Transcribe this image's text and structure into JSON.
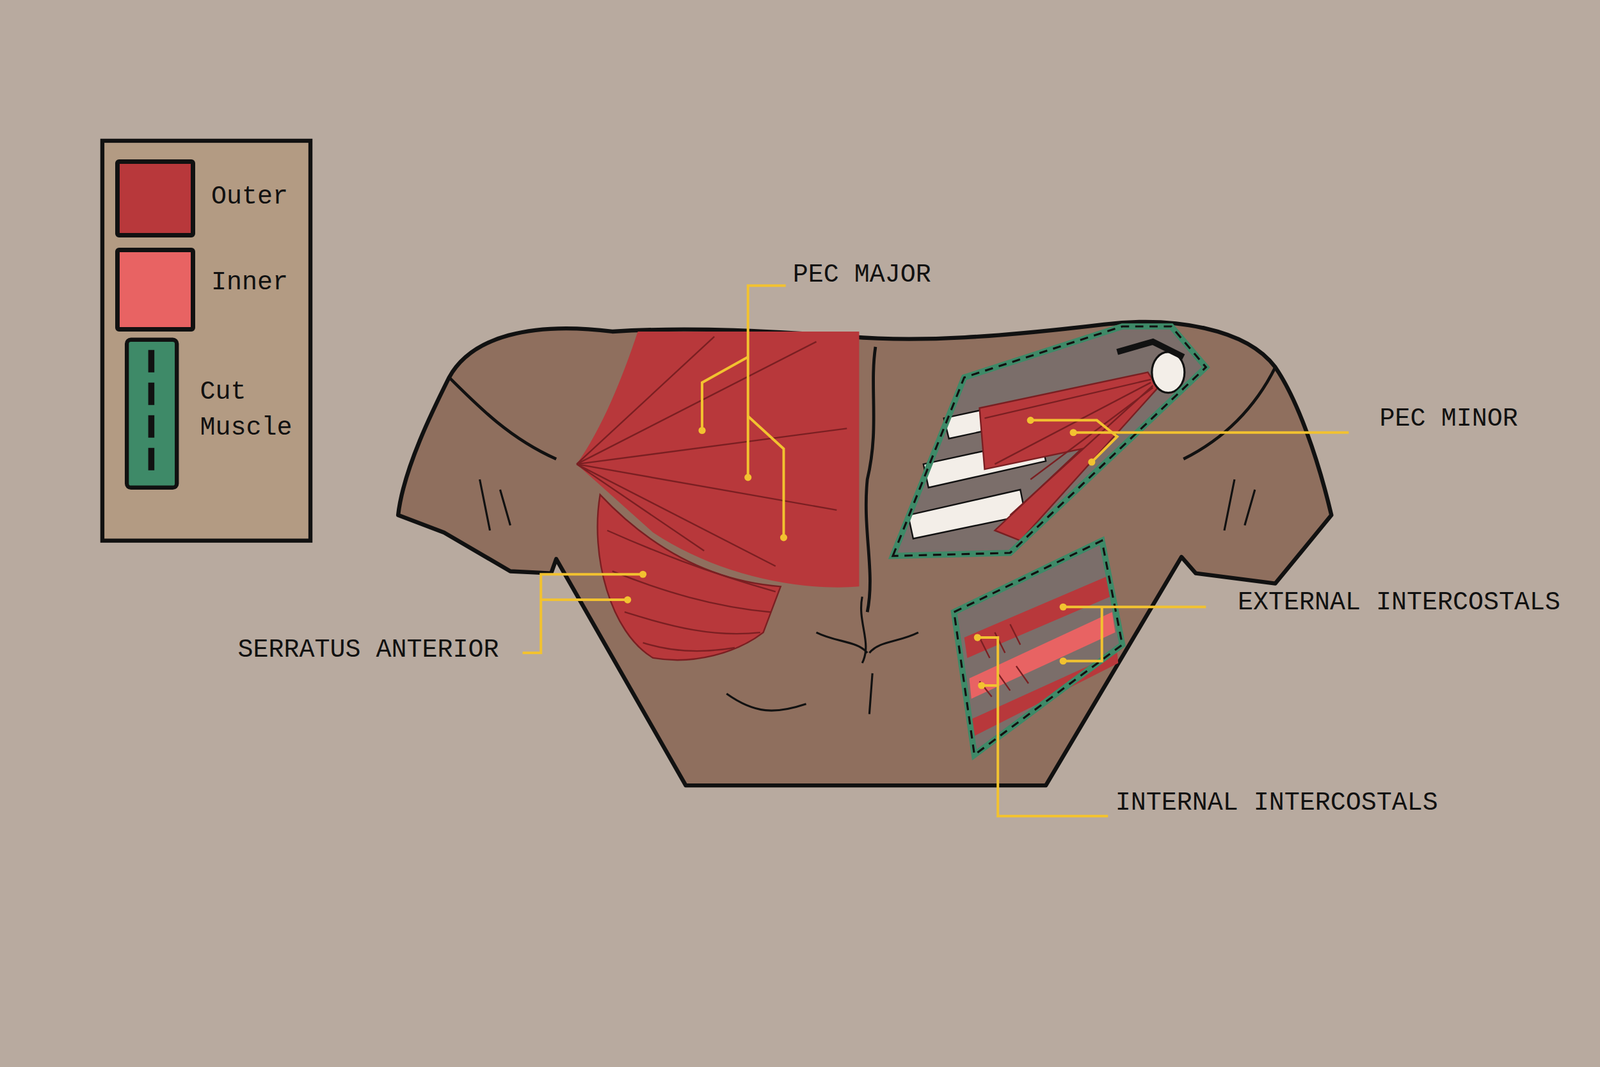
{
  "diagram": {
    "labels": [
      "PEC MAJOR",
      "PEC MINOR",
      "SERRATUS ANTERIOR",
      "EXTERNAL INTERCOSTALS",
      "INTERNAL INTERCOSTALS"
    ],
    "legend": [
      {
        "text": "Outer",
        "color": "#b8383b"
      },
      {
        "text": "Inner",
        "color": "#e86363"
      },
      {
        "text": "Cut Muscle"
      }
    ]
  }
}
